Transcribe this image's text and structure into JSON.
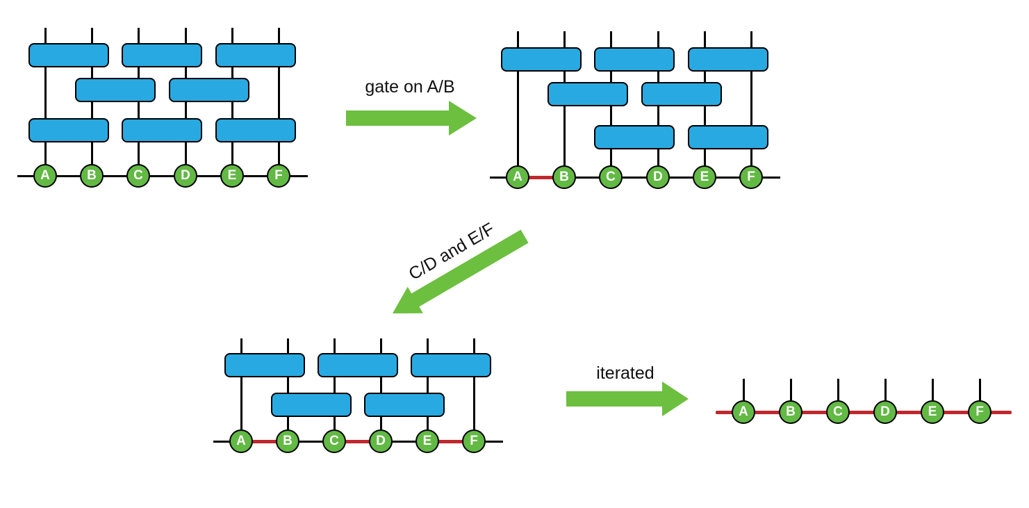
{
  "colors": {
    "background": "#ffffff",
    "wire-black": "#000000",
    "gate-blue": "#29a9e1",
    "qubit-green": "#62b944",
    "arrow-green": "#6cbf3f",
    "bond-red": "#c0272d"
  },
  "arrows": [
    {
      "id": "arrow-1",
      "label": "gate on A/B",
      "direction": "right"
    },
    {
      "id": "arrow-2",
      "label": "C/D and E/F",
      "direction": "down-left"
    },
    {
      "id": "arrow-3",
      "label": "iterated",
      "direction": "right"
    }
  ],
  "panels": [
    {
      "name": "circuit-initial",
      "qubits": [
        "A",
        "B",
        "C",
        "D",
        "E",
        "F"
      ],
      "gate_layers": [
        [
          "A-B",
          "C-D",
          "E-F"
        ],
        [
          "B-C",
          "D-E"
        ],
        [
          "A-B",
          "C-D",
          "E-F"
        ]
      ],
      "red_bonds": []
    },
    {
      "name": "circuit-after-gate-ab",
      "qubits": [
        "A",
        "B",
        "C",
        "D",
        "E",
        "F"
      ],
      "gate_layers": [
        [
          "A-B",
          "C-D",
          "E-F"
        ],
        [
          "B-C",
          "D-E"
        ],
        [
          "C-D",
          "E-F"
        ]
      ],
      "red_bonds": [
        "A-B"
      ]
    },
    {
      "name": "circuit-after-gates-cd-ef",
      "qubits": [
        "A",
        "B",
        "C",
        "D",
        "E",
        "F"
      ],
      "gate_layers": [
        [
          "A-B",
          "C-D",
          "E-F"
        ],
        [
          "B-C",
          "D-E"
        ]
      ],
      "red_bonds": [
        "A-B",
        "C-D",
        "E-F"
      ]
    },
    {
      "name": "mps-final",
      "qubits": [
        "A",
        "B",
        "C",
        "D",
        "E",
        "F"
      ],
      "gate_layers": [],
      "red_bonds": [
        "A-B",
        "B-C",
        "C-D",
        "D-E",
        "E-F"
      ]
    }
  ]
}
